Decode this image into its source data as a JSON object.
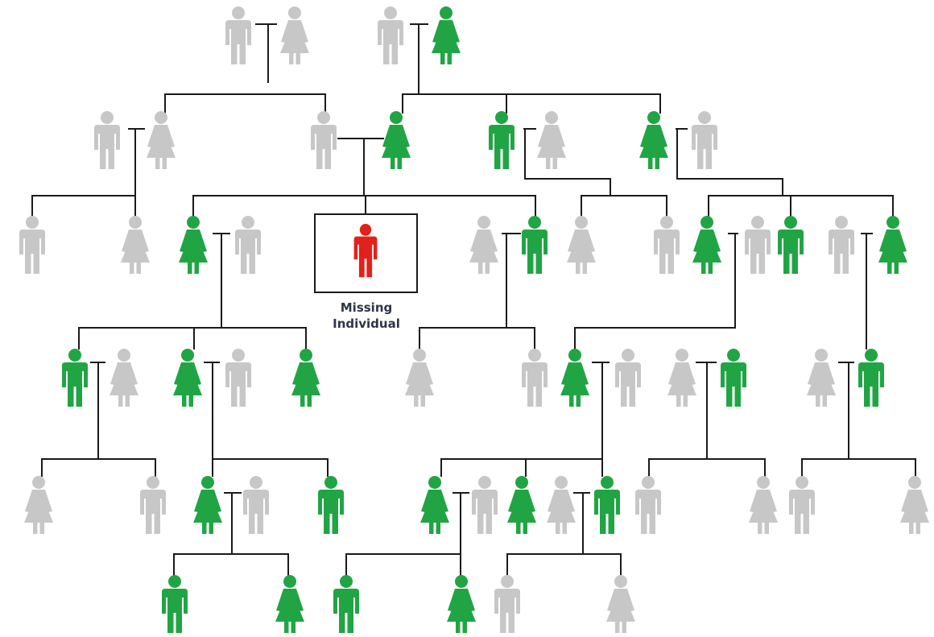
{
  "colors": {
    "status_found": "#21a544",
    "status_unknown": "#c7c7c7",
    "missing": "#e3211c",
    "line": "#1a1a1a"
  },
  "missing_label": {
    "line1": "Missing",
    "line2": "Individual"
  },
  "people": [
    {
      "id": "g1a",
      "sex": "male",
      "status": "unknown"
    },
    {
      "id": "g1b",
      "sex": "female",
      "status": "unknown"
    },
    {
      "id": "g1c",
      "sex": "male",
      "status": "unknown"
    },
    {
      "id": "g1d",
      "sex": "female",
      "status": "found"
    },
    {
      "id": "g2a",
      "sex": "male",
      "status": "unknown"
    },
    {
      "id": "g2b",
      "sex": "female",
      "status": "unknown"
    },
    {
      "id": "g2c",
      "sex": "male",
      "status": "unknown"
    },
    {
      "id": "g2d",
      "sex": "female",
      "status": "found"
    },
    {
      "id": "g2e",
      "sex": "male",
      "status": "found"
    },
    {
      "id": "g2f",
      "sex": "female",
      "status": "unknown"
    },
    {
      "id": "g2g",
      "sex": "female",
      "status": "found"
    },
    {
      "id": "g2h",
      "sex": "male",
      "status": "unknown"
    },
    {
      "id": "g3a",
      "sex": "male",
      "status": "unknown"
    },
    {
      "id": "g3b",
      "sex": "female",
      "status": "unknown"
    },
    {
      "id": "g3c",
      "sex": "female",
      "status": "found"
    },
    {
      "id": "g3d",
      "sex": "male",
      "status": "unknown"
    },
    {
      "id": "g3m",
      "sex": "male",
      "status": "missing"
    },
    {
      "id": "g3e",
      "sex": "female",
      "status": "unknown"
    },
    {
      "id": "g3f",
      "sex": "male",
      "status": "found"
    },
    {
      "id": "g3g",
      "sex": "female",
      "status": "unknown"
    },
    {
      "id": "g3h",
      "sex": "male",
      "status": "unknown"
    },
    {
      "id": "g3i",
      "sex": "female",
      "status": "found"
    },
    {
      "id": "g3j",
      "sex": "male",
      "status": "unknown"
    },
    {
      "id": "g3k",
      "sex": "male",
      "status": "found"
    },
    {
      "id": "g3l",
      "sex": "male",
      "status": "unknown"
    },
    {
      "id": "g3n",
      "sex": "female",
      "status": "found"
    },
    {
      "id": "g4a",
      "sex": "male",
      "status": "found"
    },
    {
      "id": "g4b",
      "sex": "female",
      "status": "unknown"
    },
    {
      "id": "g4c",
      "sex": "female",
      "status": "found"
    },
    {
      "id": "g4d",
      "sex": "male",
      "status": "unknown"
    },
    {
      "id": "g4e",
      "sex": "female",
      "status": "found"
    },
    {
      "id": "g4f",
      "sex": "female",
      "status": "unknown"
    },
    {
      "id": "g4g",
      "sex": "male",
      "status": "unknown"
    },
    {
      "id": "g4h",
      "sex": "female",
      "status": "found"
    },
    {
      "id": "g4i",
      "sex": "male",
      "status": "unknown"
    },
    {
      "id": "g4j",
      "sex": "female",
      "status": "unknown"
    },
    {
      "id": "g4k",
      "sex": "male",
      "status": "found"
    },
    {
      "id": "g4l",
      "sex": "female",
      "status": "unknown"
    },
    {
      "id": "g4m",
      "sex": "male",
      "status": "found"
    },
    {
      "id": "g5a",
      "sex": "female",
      "status": "unknown"
    },
    {
      "id": "g5b",
      "sex": "male",
      "status": "unknown"
    },
    {
      "id": "g5c",
      "sex": "female",
      "status": "found"
    },
    {
      "id": "g5d",
      "sex": "male",
      "status": "unknown"
    },
    {
      "id": "g5e",
      "sex": "male",
      "status": "found"
    },
    {
      "id": "g5f",
      "sex": "female",
      "status": "found"
    },
    {
      "id": "g5g",
      "sex": "male",
      "status": "unknown"
    },
    {
      "id": "g5h",
      "sex": "female",
      "status": "found"
    },
    {
      "id": "g5i",
      "sex": "female",
      "status": "unknown"
    },
    {
      "id": "g5j",
      "sex": "male",
      "status": "found"
    },
    {
      "id": "g5k",
      "sex": "male",
      "status": "unknown"
    },
    {
      "id": "g5l",
      "sex": "female",
      "status": "unknown"
    },
    {
      "id": "g5m",
      "sex": "male",
      "status": "unknown"
    },
    {
      "id": "g5n",
      "sex": "female",
      "status": "unknown"
    },
    {
      "id": "g6a",
      "sex": "male",
      "status": "found"
    },
    {
      "id": "g6b",
      "sex": "female",
      "status": "found"
    },
    {
      "id": "g6c",
      "sex": "male",
      "status": "found"
    },
    {
      "id": "g6d",
      "sex": "female",
      "status": "found"
    },
    {
      "id": "g6e",
      "sex": "male",
      "status": "unknown"
    },
    {
      "id": "g6f",
      "sex": "female",
      "status": "unknown"
    }
  ]
}
